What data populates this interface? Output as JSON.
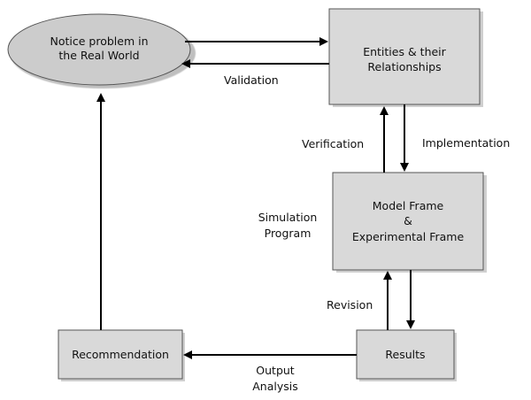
{
  "colors": {
    "node_fill": "#d9d9d9",
    "ellipse_fill": "#cccccc",
    "border": "#555555",
    "line": "#000000",
    "text": "#111111"
  },
  "nodes": {
    "notice": {
      "line1": "Notice problem in",
      "line2": "the Real World"
    },
    "entities": {
      "line1": "Entities & their",
      "line2": "Relationships"
    },
    "model": {
      "line1": "Model Frame",
      "line2": "&",
      "line3": "Experimental Frame"
    },
    "results": {
      "label": "Results"
    },
    "recommendation": {
      "label": "Recommendation"
    }
  },
  "edges": {
    "validation": "Validation",
    "verification": "Verification",
    "implementation": "Implementation",
    "simulation_program": {
      "line1": "Simulation",
      "line2": "Program"
    },
    "revision": "Revision",
    "output_analysis": {
      "line1": "Output",
      "line2": "Analysis"
    }
  }
}
